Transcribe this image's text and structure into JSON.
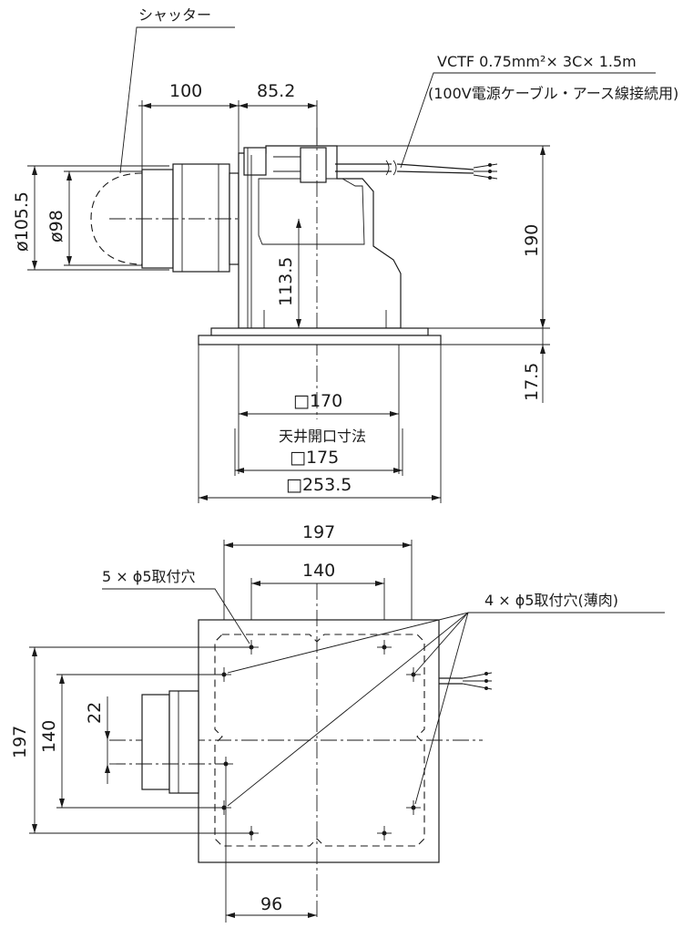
{
  "side_view": {
    "shutter_label": "シャッター",
    "dim_100": "100",
    "dim_85_2": "85.2",
    "dim_105_5": "ø105.5",
    "dim_98": "ø98",
    "dim_113_5": "113.5",
    "dim_190": "190",
    "dim_17_5": "17.5",
    "dim_170": "□170",
    "ceiling_opening_label": "天井開口寸法",
    "dim_175": "□175",
    "dim_253_5": "□253.5",
    "cable_spec": "VCTF 0.75mm²× 3C× 1.5m",
    "cable_note": "(100V電源ケーブル・アース線接続用)"
  },
  "top_view": {
    "dim_197_top": "197",
    "dim_140_top": "140",
    "hole_label_5": "5 × ϕ5取付穴",
    "hole_label_4": "4 × ϕ5取付穴(薄肉)",
    "dim_197_left": "197",
    "dim_140_left": "140",
    "dim_22": "22",
    "dim_96": "96"
  }
}
